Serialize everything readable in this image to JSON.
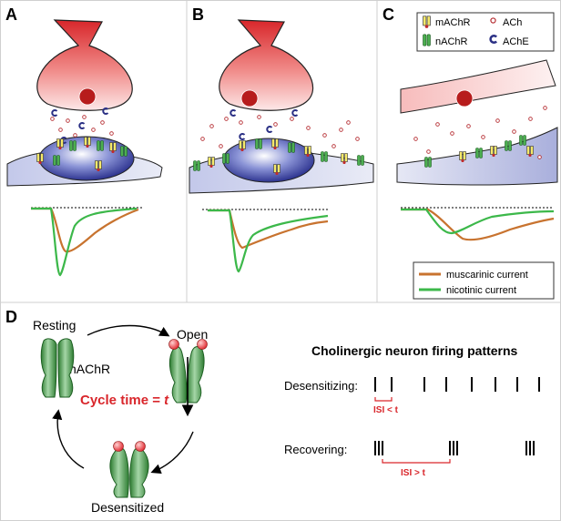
{
  "panels": {
    "a": {
      "label": "A"
    },
    "b": {
      "label": "B"
    },
    "c": {
      "label": "C"
    },
    "d": {
      "label": "D"
    }
  },
  "legend_top": {
    "machr": "mAChR",
    "ach": "ACh",
    "nachr": "nAChR",
    "ache": "AChE"
  },
  "legend_bottom": {
    "muscarinic": "muscarinic current",
    "nicotinic": "nicotinic current"
  },
  "colors": {
    "muscarinic": "#c8732f",
    "nicotinic": "#3cb84a",
    "highlight": "#d9262b",
    "presynaptic": "#e0494a",
    "postsynaptic": "#2d3490"
  },
  "cycle": {
    "resting": "Resting",
    "open": "Open",
    "desensitized": "Desensitized",
    "receptor": "nAChR",
    "cycle_time": "Cycle time = ",
    "t": "t"
  },
  "patterns": {
    "title": "Cholinergic neuron firing patterns",
    "desensitizing": "Desensitizing:",
    "recovering": "Recovering:",
    "isi_less": "ISI < t",
    "isi_greater": "ISI > t"
  }
}
